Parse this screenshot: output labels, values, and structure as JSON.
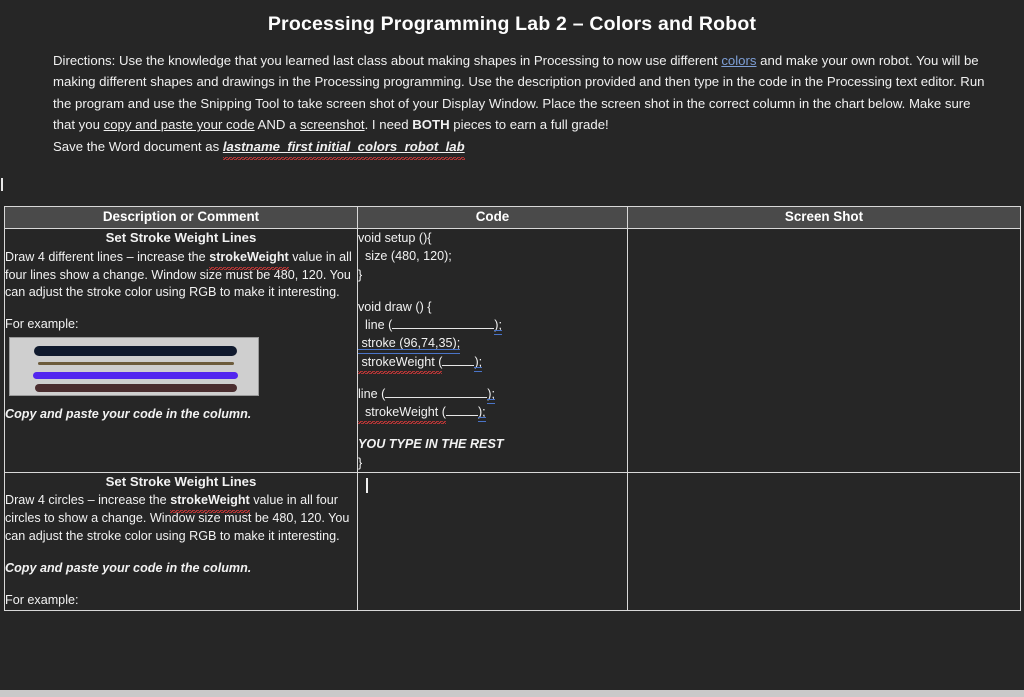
{
  "document": {
    "title": "Processing Programming Lab 2 – Colors and Robot",
    "directions_label": "Directions:",
    "directions_part1": "  Use the knowledge that you learned last class about making shapes in Processing to now use different ",
    "directions_link": "colors",
    "directions_part2": " and make your own robot.  You will be making different shapes and drawings in the Processing programming.  Use the description provided and then type in the code in the Processing text editor.  Run the program and use the Snipping Tool to take screen shot of your Display Window.  Place the screen shot in the correct column in the chart below.   Make sure that you ",
    "directions_emph1": "copy and paste your code",
    "directions_part3": " AND a ",
    "directions_emph2": "screenshot",
    "directions_part4": ".  I need ",
    "directions_emph3": "BOTH",
    "directions_part5": " pieces to earn a full grade!",
    "save_label": "Save the Word document as ",
    "save_filename": "lastname_first initial_colors_robot_lab"
  },
  "table": {
    "headers": [
      "Description or Comment",
      "Code",
      "Screen Shot"
    ],
    "rows": [
      {
        "description": {
          "title": "Set Stroke Weight Lines",
          "body_pre": "Draw 4 different lines – increase the ",
          "body_keyword": "strokeWeight",
          "body_post": " value in all four lines show a change.   Window size must be 480, 120.  You can adjust the stroke color using RGB to make it interesting.",
          "example_label": "For example:",
          "footer_note": "Copy and paste your code in the column.",
          "example_image": {
            "alt": "processing-display-window-four-lines",
            "background": "#cfcfcf",
            "lines": [
              {
                "color": "#101a2e",
                "weight": 10
              },
              {
                "color": "#6d5c3c",
                "weight": 3
              },
              {
                "color": "#5226ef",
                "weight": 7
              },
              {
                "color": "#4a2d2f",
                "weight": 8
              }
            ]
          }
        },
        "code": {
          "l1": "void setup (){",
          "l2": "  size (480, 120);",
          "l3": "}",
          "l4": "void draw () {",
          "l5_pre": "  line (",
          "l5_post": ");",
          "l6": " stroke (96,74,35);",
          "l7_pre": " strokeWeight (",
          "l7_post": ");",
          "l8_pre": "line (",
          "l8_post": ");",
          "l9_pre": "  strokeWeight (",
          "l9_post": ");",
          "l10": "YOU TYPE IN THE REST",
          "l11": "}"
        },
        "screenshot": ""
      },
      {
        "description": {
          "title": "Set Stroke Weight Lines",
          "body_pre": "Draw 4 circles – increase the ",
          "body_keyword": "strokeWeight",
          "body_post": " value in all four circles to show a change.   Window size must be 480, 120.  You can adjust the stroke color using RGB to make it interesting.",
          "footer_note": "Copy and paste your code in the column.",
          "example_label": "For example:"
        },
        "code": {
          "caret": true
        },
        "screenshot": ""
      }
    ]
  },
  "colors": {
    "page_background": "#262626",
    "text": "#f2f2f2",
    "header_row_background": "#4a4a4a",
    "border": "#d8d8d8",
    "hyperlink": "#7e9fd6",
    "spellcheck_underline": "#e03a3a",
    "grammar_underline": "#4a74c8"
  }
}
